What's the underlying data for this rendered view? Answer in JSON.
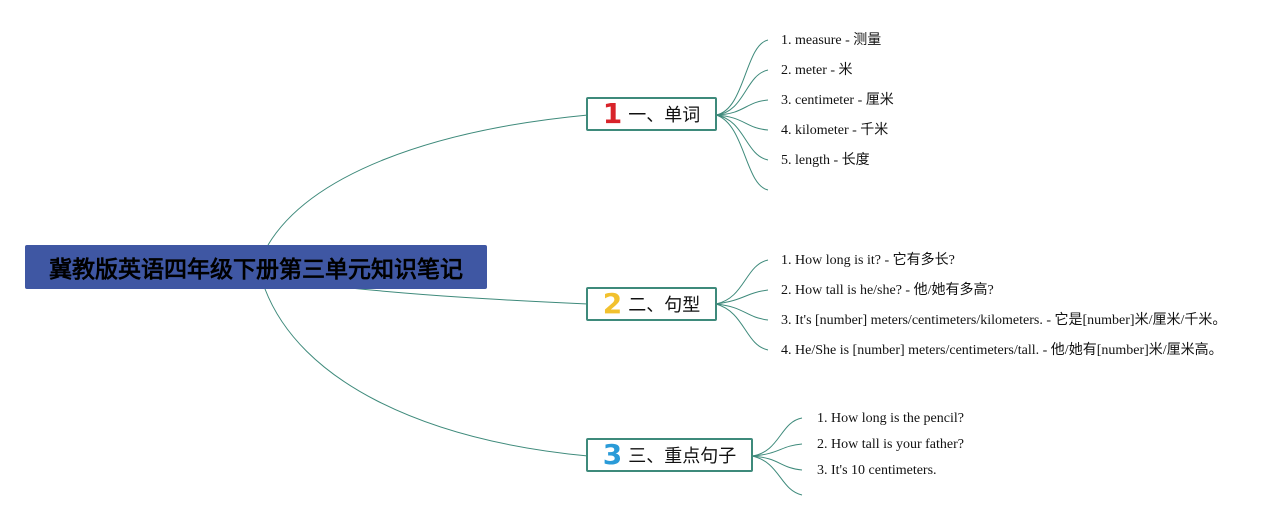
{
  "title": "冀教版英语四年级下册第三单元知识笔记",
  "colors": {
    "root_bg": "#3f57a3",
    "connector": "#3e8a7b",
    "num1": "#d8232a",
    "num2": "#f2c12e",
    "num3": "#2a9bd8"
  },
  "branches": [
    {
      "num": "1",
      "label": "一、单词",
      "items": [
        "1. measure - 测量",
        "2. meter - 米",
        "3. centimeter - 厘米",
        "4. kilometer - 千米",
        "5. length - 长度"
      ]
    },
    {
      "num": "2",
      "label": "二、句型",
      "items": [
        "1. How long is it? - 它有多长?",
        "2. How tall is he/she? - 他/她有多高?",
        "3. It's [number] meters/centimeters/kilometers. - 它是[number]米/厘米/千米。",
        "4. He/She is [number] meters/centimeters/tall. - 他/她有[number]米/厘米高。"
      ]
    },
    {
      "num": "3",
      "label": "三、重点句子",
      "items": [
        "1. How long is the pencil?",
        "2. How tall is your father?",
        "3. It's 10 centimeters."
      ]
    }
  ]
}
